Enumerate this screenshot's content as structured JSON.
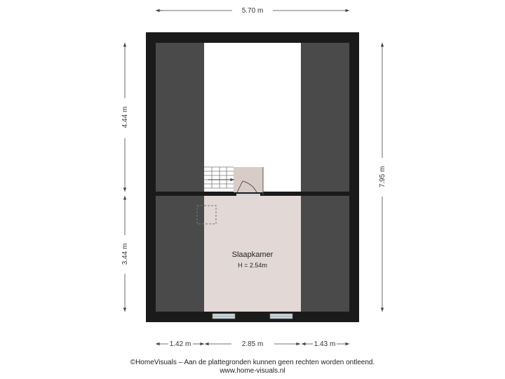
{
  "colors": {
    "wall": "#1a1a1a",
    "low_ceiling_zone": "#4a4a4a",
    "room_floor": "#e2d9d6",
    "stair_landing": "#d8ccc6",
    "window": "#c9d7dd",
    "dimension_line": "#444444"
  },
  "dimensions": {
    "top_width": "5.70 m",
    "left_upper": "4.44 m",
    "left_lower": "3.44 m",
    "right_total": "7.95 m",
    "bottom_left": "1.42 m",
    "bottom_center": "2.85 m",
    "bottom_right": "1.43 m"
  },
  "room": {
    "name": "Slaapkamer",
    "height": "H = 2.54m"
  },
  "footer": {
    "line1": "©HomeVisuals – Aan de plattegronden kunnen geen rechten worden ontleend.",
    "line2": "www.home-visuals.nl"
  }
}
